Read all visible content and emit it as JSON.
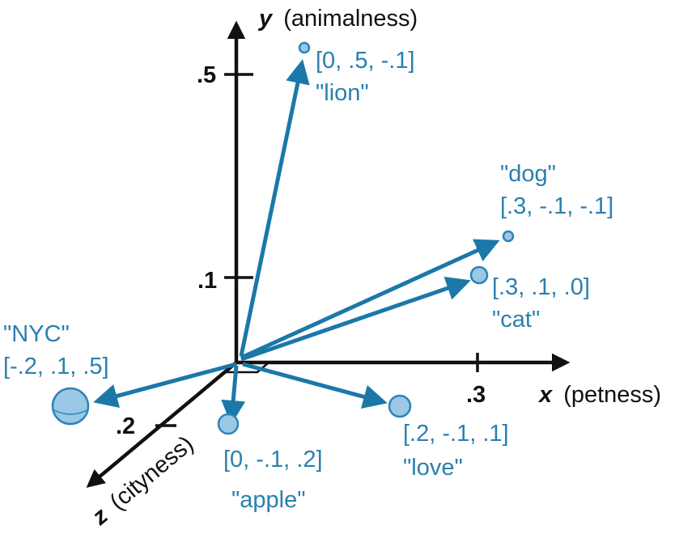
{
  "axes": {
    "x": {
      "letter": "x",
      "label": "(petness)"
    },
    "y": {
      "letter": "y",
      "label": "(animalness)"
    },
    "z": {
      "letter": "z",
      "label": "(cityness)"
    }
  },
  "ticks": {
    "y_top": ".5",
    "y_mid": ".1",
    "x": ".3",
    "z": ".2"
  },
  "vectors": [
    {
      "id": "lion",
      "word": "\"lion\"",
      "coords": "[0, .5, -.1]"
    },
    {
      "id": "dog",
      "word": "\"dog\"",
      "coords": "[.3, -.1, -.1]"
    },
    {
      "id": "cat",
      "word": "\"cat\"",
      "coords": "[.3, .1, .0]"
    },
    {
      "id": "nyc",
      "word": "\"NYC\"",
      "coords": "[-.2, .1, .5]"
    },
    {
      "id": "apple",
      "word": "\"apple\"",
      "coords": "[0, -.1, .2]"
    },
    {
      "id": "love",
      "word": "\"love\"",
      "coords": "[.2, -.1, .1]"
    }
  ],
  "colors": {
    "vector": "#1b78a8",
    "label": "#2a80ae",
    "ball_fill": "#9bc8e6",
    "axis": "#111111"
  }
}
